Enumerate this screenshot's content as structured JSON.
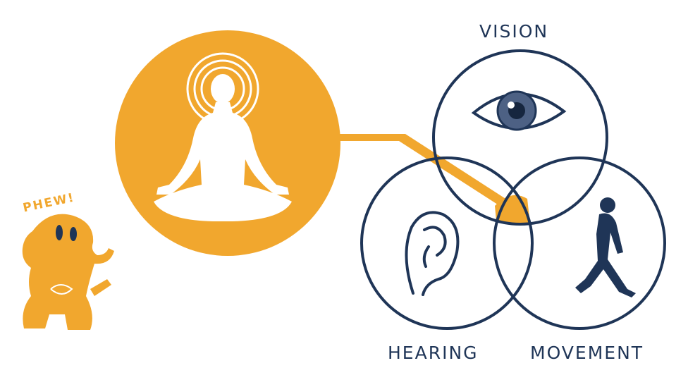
{
  "diagram": {
    "circles": [
      {
        "label": "VISION",
        "icon": "eye-icon"
      },
      {
        "label": "HEARING",
        "icon": "ear-icon"
      },
      {
        "label": "MOVEMENT",
        "icon": "walking-person-icon"
      }
    ],
    "focus": {
      "icon": "meditating-person-icon"
    },
    "mascot": {
      "exclamation": "PHEW!",
      "icon": "elephant-mascot-icon"
    }
  },
  "colors": {
    "accent": "#f1a72e",
    "line": "#1f3557",
    "background": "#ffffff"
  }
}
